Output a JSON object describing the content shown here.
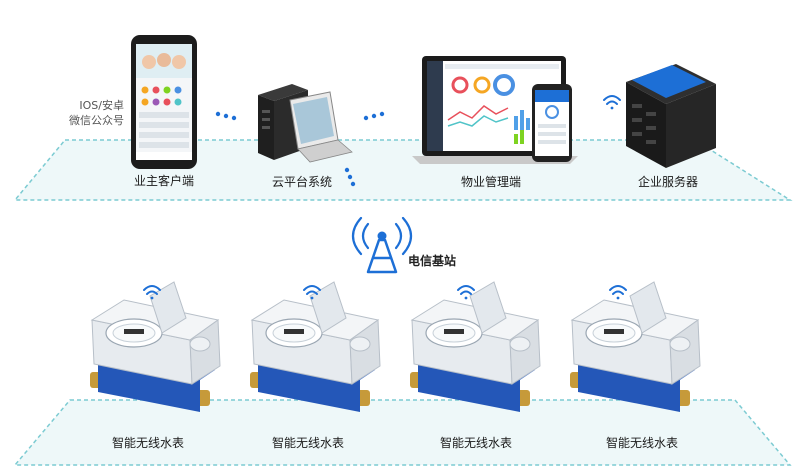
{
  "top": {
    "app_platform_label": "IOS/安卓",
    "app_wechat_label": "微信公众号",
    "owner_client_label": "业主客户端",
    "cloud_platform_label": "云平台系统",
    "property_mgmt_label": "物业管理端",
    "enterprise_server_label": "企业服务器"
  },
  "middle": {
    "base_station_label": "电信基站"
  },
  "bottom": {
    "meters": [
      {
        "label": "智能无线水表"
      },
      {
        "label": "智能无线水表"
      },
      {
        "label": "智能无线水表"
      },
      {
        "label": "智能无线水表"
      }
    ]
  },
  "colors": {
    "platform_fill": "#eef8f9",
    "platform_dash": "#7ccbd2",
    "accent_blue": "#1d6fd6",
    "meter_blue": "#2457b8",
    "brass": "#c69a3a"
  }
}
